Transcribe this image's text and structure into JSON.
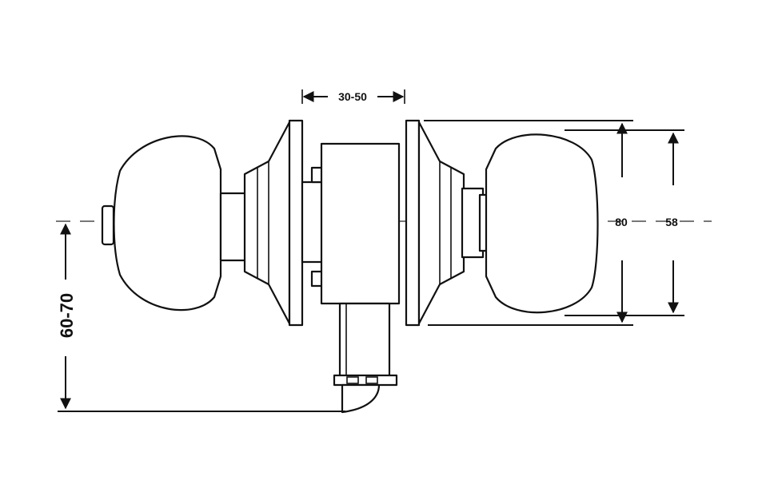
{
  "dimensions": {
    "door_thickness": "30-50",
    "rose_diameter": "80",
    "knob_diameter": "58",
    "backset": "60-70"
  }
}
